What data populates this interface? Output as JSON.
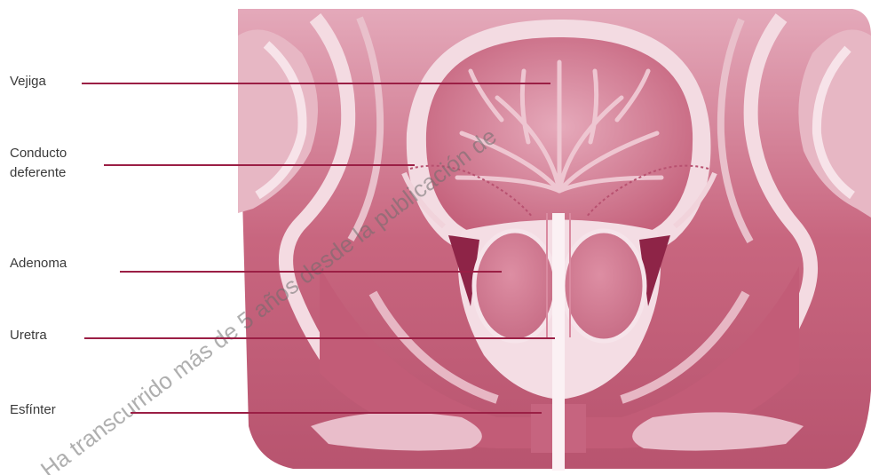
{
  "colors": {
    "leader_line": "#9b1f45",
    "tissue_base": "#c9718a",
    "tissue_light": "#f2d3dc",
    "tissue_dark": "#8e2447",
    "label_text": "#3a3a3a"
  },
  "labels": {
    "vejiga": "Vejiga",
    "conducto_line1": "Conducto",
    "conducto_line2": "deferente",
    "adenoma": "Adenoma",
    "uretra": "Uretra",
    "esfinter": "Esfínter"
  },
  "watermark": {
    "text": "Ha transcurrido más de 5 años desde la publicación de"
  }
}
